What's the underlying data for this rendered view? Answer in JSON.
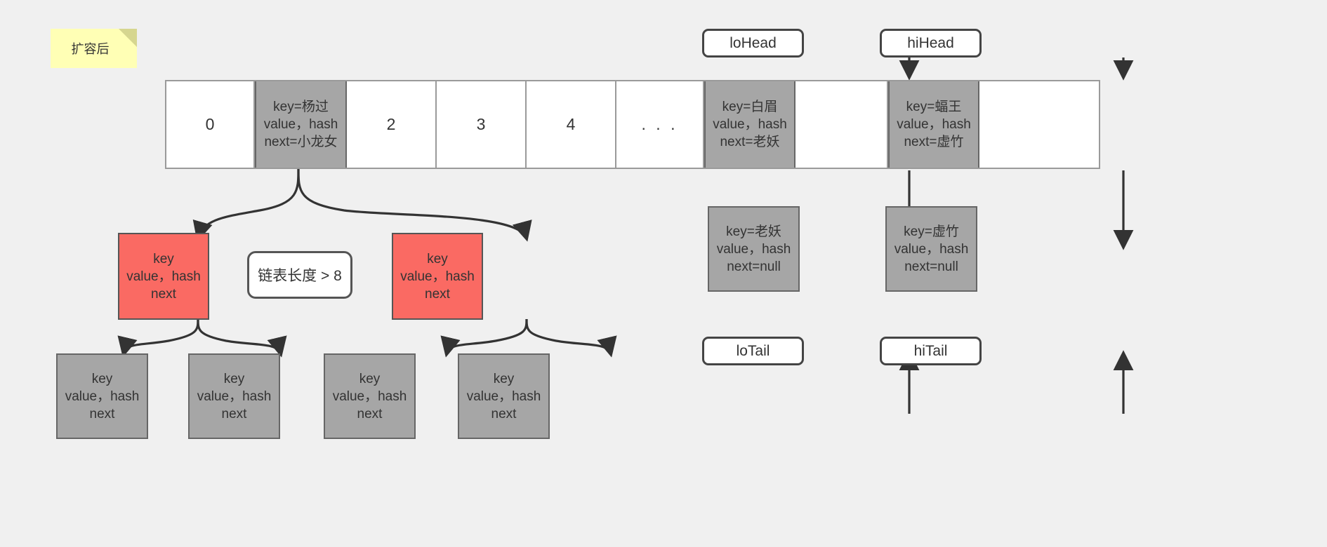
{
  "sticky_note": {
    "label": "扩容后"
  },
  "hash_table": {
    "cells": [
      {
        "type": "index",
        "text": "0",
        "filled": false,
        "width": 126
      },
      {
        "type": "node",
        "text": "key=杨过\nvalue，hash\nnext=小龙女",
        "filled": true,
        "width": 131
      },
      {
        "type": "index",
        "text": "2",
        "filled": false,
        "width": 128
      },
      {
        "type": "index",
        "text": "3",
        "filled": false,
        "width": 128
      },
      {
        "type": "index",
        "text": "4",
        "filled": false,
        "width": 128
      },
      {
        "type": "dots",
        "text": ". . .",
        "filled": false,
        "width": 125
      },
      {
        "type": "node",
        "text": "key=白眉\nvalue，hash\nnext=老妖",
        "filled": true,
        "width": 130
      },
      {
        "type": "index",
        "text": "",
        "filled": false,
        "width": 132
      },
      {
        "type": "node",
        "text": "key=蝠王\nvalue，hash\nnext=虚竹",
        "filled": true,
        "width": 130
      },
      {
        "type": "index",
        "text": "",
        "filled": false,
        "width": 170
      }
    ]
  },
  "tree": {
    "note": {
      "label": "链表长度 > 8"
    },
    "red_nodes": [
      {
        "text": "key\nvalue，hash\nnext"
      },
      {
        "text": "key\nvalue，hash\nnext"
      }
    ],
    "leaf_nodes": [
      {
        "text": "key\nvalue，hash\nnext"
      },
      {
        "text": "key\nvalue，hash\nnext"
      },
      {
        "text": "key\nvalue，hash\nnext"
      },
      {
        "text": "key\nvalue，hash\nnext"
      }
    ]
  },
  "lo_chain": {
    "head_label": "loHead",
    "tail_label": "loTail",
    "node": {
      "text": "key=老妖\nvalue，hash\nnext=null"
    }
  },
  "hi_chain": {
    "head_label": "hiHead",
    "tail_label": "hiTail",
    "node": {
      "text": "key=虚竹\nvalue，hash\nnext=null"
    }
  },
  "colors": {
    "background": "#f0f0f0",
    "filled_cell": "#a6a6a6",
    "red_node": "#fa6a63",
    "sticky": "#ffffb5",
    "stroke": "#333333"
  }
}
